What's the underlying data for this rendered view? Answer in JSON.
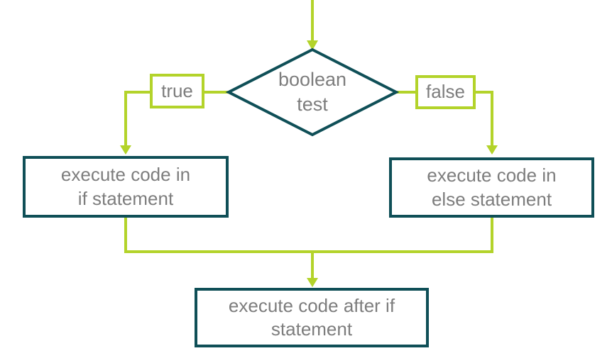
{
  "colors": {
    "connector_green": "#b3d32a",
    "node_border_teal": "#0f4f57",
    "text_gray": "#7d7d7d",
    "background": "#ffffff"
  },
  "flowchart": {
    "decision": {
      "line1": "boolean",
      "line2": "test"
    },
    "branch_true": {
      "label": "true"
    },
    "branch_false": {
      "label": "false"
    },
    "if_box": {
      "line1": "execute code in",
      "line2": "if statement"
    },
    "else_box": {
      "line1": "execute code in",
      "line2": "else statement"
    },
    "after_box": {
      "line1": "execute code after if",
      "line2": "statement"
    }
  }
}
